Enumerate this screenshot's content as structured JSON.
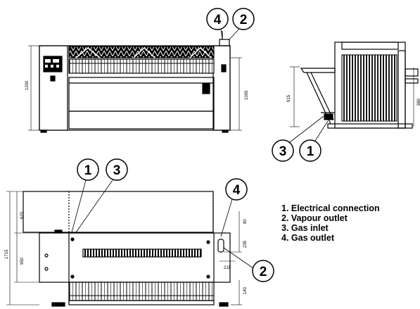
{
  "callouts": {
    "front_top": [
      "4",
      "2"
    ],
    "side": [
      "3",
      "1"
    ],
    "plan_left": [
      "1",
      "3"
    ],
    "plan_right_top": "4",
    "plan_right_bottom": "2"
  },
  "dimensions": {
    "front_height": "1200",
    "front_height_inner": "1005",
    "side_height": "915",
    "side_right": "980",
    "plan_top": "620",
    "plan_total": "1715",
    "plan_lower": "950",
    "plan_gap": "80",
    "plan_outlet_v": "235",
    "plan_outlet_h": "215",
    "plan_bottom": "140"
  },
  "legend": [
    "1. Electrical connection",
    "2. Vapour outlet",
    "3. Gas inlet",
    "4. Gas outlet"
  ]
}
